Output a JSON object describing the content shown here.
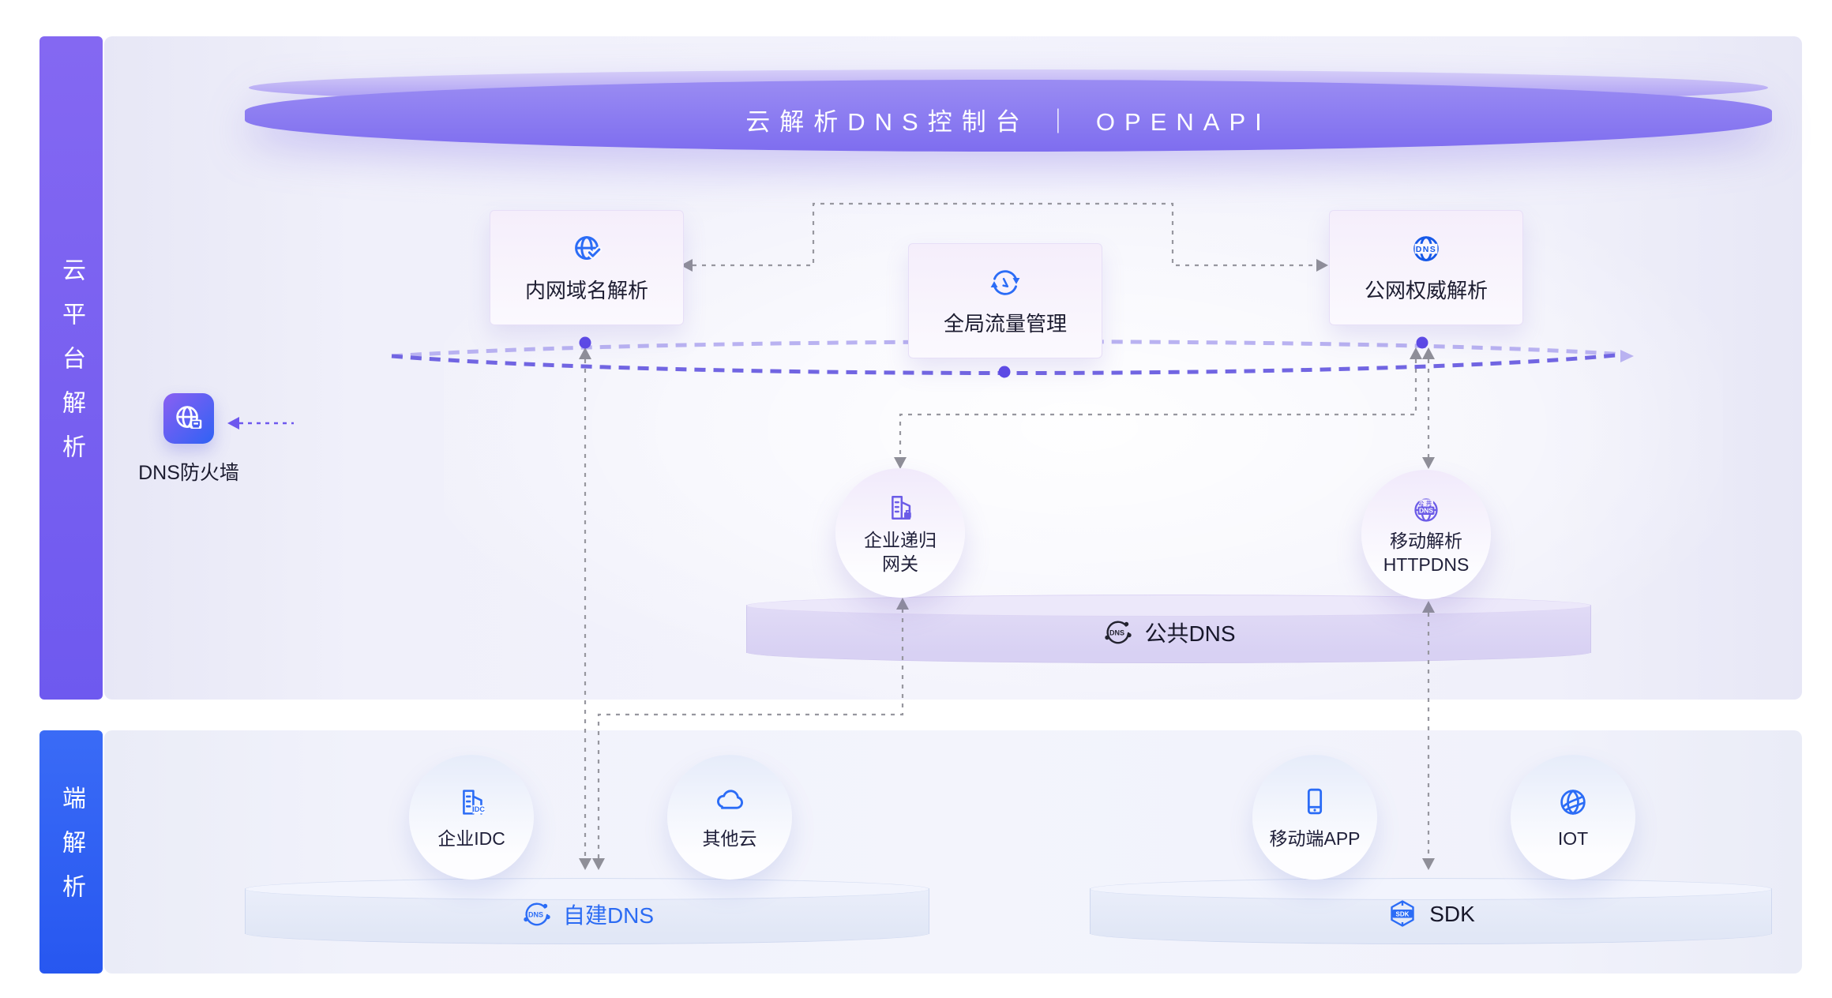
{
  "banner": {
    "title": "云解析DNS控制台 ｜ OPENAPI"
  },
  "sidebar": {
    "platform_label": "云平台解析",
    "edge_label": "端解析"
  },
  "cloud_section": {
    "internal_box_label": "内网域名解析",
    "gtm_box_label": "全局流量管理",
    "public_box_label": "公网权威解析",
    "firewall_label": "DNS防火墙",
    "gateway_line1": "企业递归",
    "gateway_line2": "网关",
    "httpdns_line1": "移动解析",
    "httpdns_line2": "HTTPDNS",
    "public_dns_bar_label": "公共DNS"
  },
  "edge_section": {
    "idc_label": "企业IDC",
    "other_cloud_label": "其他云",
    "mobile_app_label": "移动端APP",
    "iot_label": "IOT",
    "self_dns_bar_label": "自建DNS",
    "sdk_bar_label": "SDK"
  },
  "icon_texts": {
    "dns": "DNS",
    "idc": "IDC",
    "sdk": "SDK",
    "public": "公共"
  },
  "colors": {
    "accent_blue": "#2B6CF6",
    "accent_purple": "#6C5CE7",
    "banner_purple": "#8678F0",
    "sidebar_platform": "#7E63F1",
    "sidebar_edge": "#2E63F5",
    "lavender_bar": "#DDD7F4",
    "steel_bar": "#E8ECF8",
    "dashed_gray": "#97979F",
    "ellipse_light": "#B9B2F1",
    "ellipse_dark": "#7165E2",
    "dot_purple": "#5B48E6",
    "text_dark": "#1B1B2E"
  }
}
